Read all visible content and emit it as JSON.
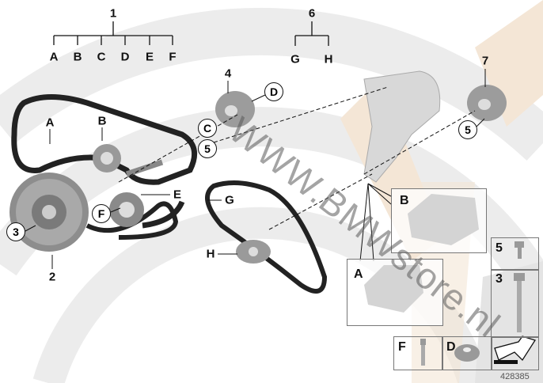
{
  "groups": {
    "g1": {
      "number": "1",
      "items": [
        "A",
        "B",
        "C",
        "D",
        "E",
        "F"
      ]
    },
    "g6": {
      "number": "6",
      "items": [
        "G",
        "H"
      ]
    }
  },
  "callouts": {
    "n4": "4",
    "n7": "7",
    "n2": "2",
    "cD": "D",
    "cC": "C",
    "c5a": "5",
    "c5b": "5",
    "c3": "3",
    "cF": "F",
    "A": "A",
    "B": "B",
    "E": "E",
    "G": "G",
    "H": "H"
  },
  "detail_boxes": {
    "B": "B",
    "A": "A",
    "s5": "5",
    "s3": "3",
    "F": "F",
    "D": "D"
  },
  "watermark": "WWW.BMWstore.nl",
  "reference_number": "428385",
  "colors": {
    "arc_grey": "#e9e9e9",
    "beige": "#f4e6d6",
    "part_dark": "#4a4a4a",
    "part_light": "#bdbdbd"
  }
}
